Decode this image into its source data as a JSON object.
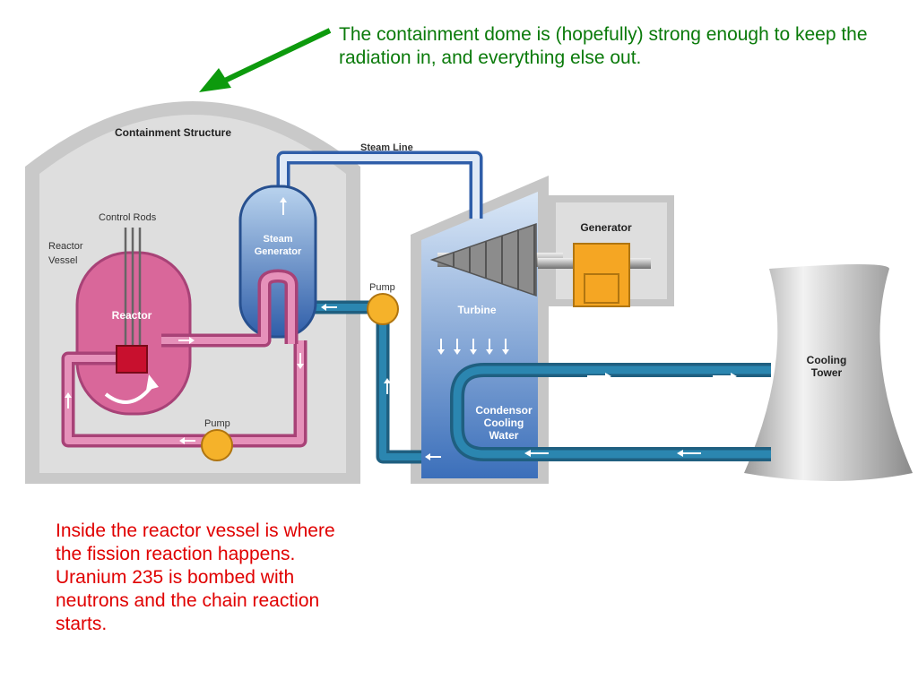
{
  "annotations": {
    "top_caption": "The containment dome is (hopefully) strong enough to keep the radiation in, and everything else out.",
    "bottom_caption": "Inside the reactor vessel is where the fission reaction happens.  Uranium 235 is bombed with neutrons and the chain reaction starts."
  },
  "diagram": {
    "containment_structure": "Containment Structure",
    "steam_line": "Steam Line",
    "control_rods": "Control Rods",
    "reactor_vessel_line1": "Reactor",
    "reactor_vessel_line2": "Vessel",
    "reactor": "Reactor",
    "steam_generator_line1": "Steam",
    "steam_generator_line2": "Generator",
    "pump_secondary": "Pump",
    "pump_primary": "Pump",
    "turbine": "Turbine",
    "generator": "Generator",
    "condenser_line1": "Condensor",
    "condenser_line2": "Cooling",
    "condenser_line3": "Water",
    "cooling_tower_line1": "Cooling",
    "cooling_tower_line2": "Tower"
  },
  "colors": {
    "caption_green": "#0a7a0a",
    "caption_red": "#e00000",
    "containment_gray": "#c8c8c8",
    "reactor_pink": "#d9679a",
    "steam_blue": "#3f6fb8",
    "pump_orange": "#f5b22a",
    "water_teal": "#1f7ea1"
  }
}
